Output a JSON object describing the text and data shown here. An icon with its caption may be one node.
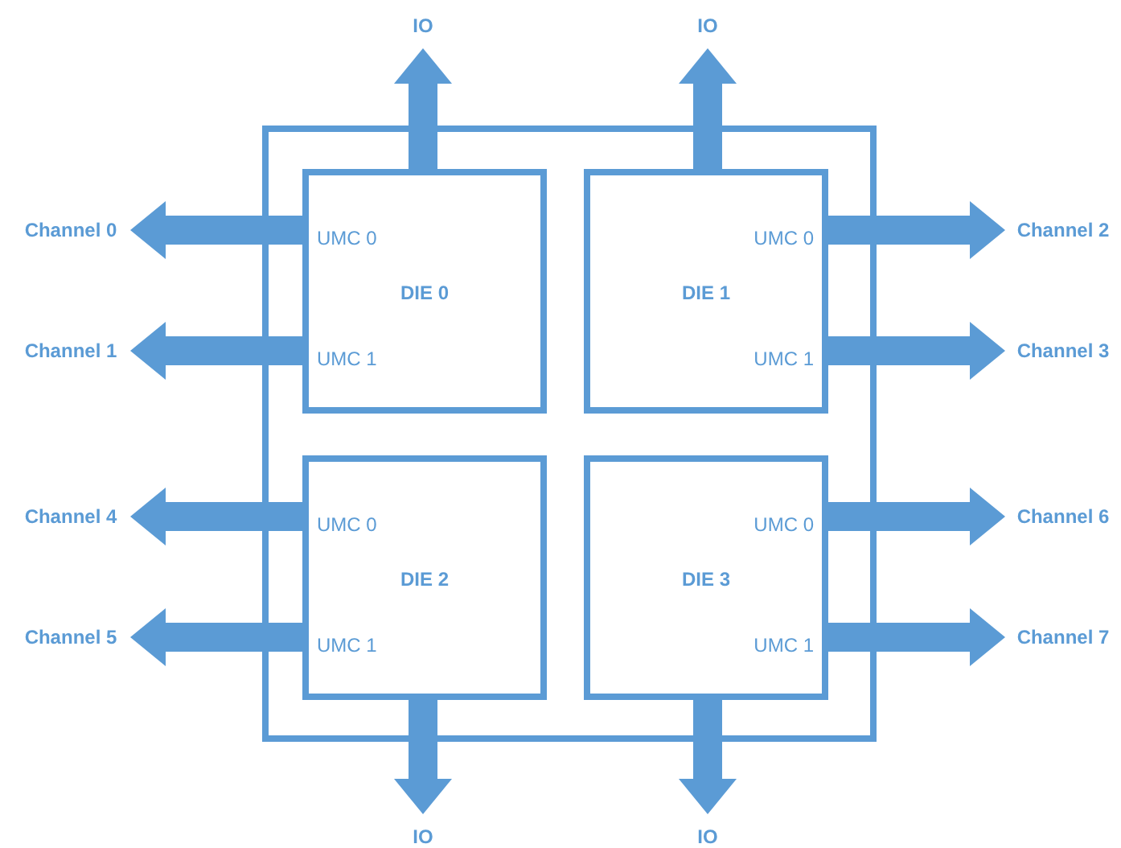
{
  "diagram": {
    "nodes": [
      {
        "text": [],
        "shape": "box"
      },
      {
        "text": [
          "DIE 0",
          "UMC 0",
          "UMC 1"
        ],
        "in": 0
      },
      {
        "text": [
          "DIE 1",
          "UMC 0",
          "UMC 1"
        ],
        "in": 0
      },
      {
        "text": [
          "DIE 2",
          "UMC 0",
          "UMC 1"
        ],
        "in": 0
      },
      {
        "text": [
          "DIE 3",
          "UMC 0",
          "UMC 1"
        ],
        "in": 0
      },
      {
        "text": [
          "IO"
        ]
      },
      {
        "text": [
          "IO"
        ]
      },
      {
        "text": [
          "Channel 0"
        ]
      },
      {
        "text": [
          "Channel 2"
        ]
      },
      {
        "text": [
          "Channel 1"
        ]
      },
      {
        "text": [
          "Channel 3"
        ]
      },
      {
        "text": [
          "Channel 4"
        ]
      },
      {
        "text": [
          "Channel 6"
        ]
      },
      {
        "text": [
          "Channel 5"
        ]
      },
      {
        "text": [
          "Channel 7"
        ]
      },
      {
        "text": [
          "IO"
        ]
      },
      {
        "text": [
          "IO"
        ]
      }
    ],
    "edges": [
      {
        "from": 1,
        "to": 5,
        "arrow": "to"
      },
      {
        "from": 2,
        "to": 6,
        "arrow": "to"
      },
      {
        "from": 1,
        "to": 7,
        "arrow": "to"
      },
      {
        "from": 1,
        "to": 9,
        "arrow": "to"
      },
      {
        "from": 2,
        "to": 8,
        "arrow": "to"
      },
      {
        "from": 2,
        "to": 10,
        "arrow": "to"
      },
      {
        "from": 3,
        "to": 11,
        "arrow": "to"
      },
      {
        "from": 3,
        "to": 13,
        "arrow": "to"
      },
      {
        "from": 4,
        "to": 12,
        "arrow": "to"
      },
      {
        "from": 4,
        "to": 14,
        "arrow": "to"
      },
      {
        "from": 3,
        "to": 15,
        "arrow": "to"
      },
      {
        "from": 4,
        "to": 16,
        "arrow": "to"
      }
    ]
  }
}
